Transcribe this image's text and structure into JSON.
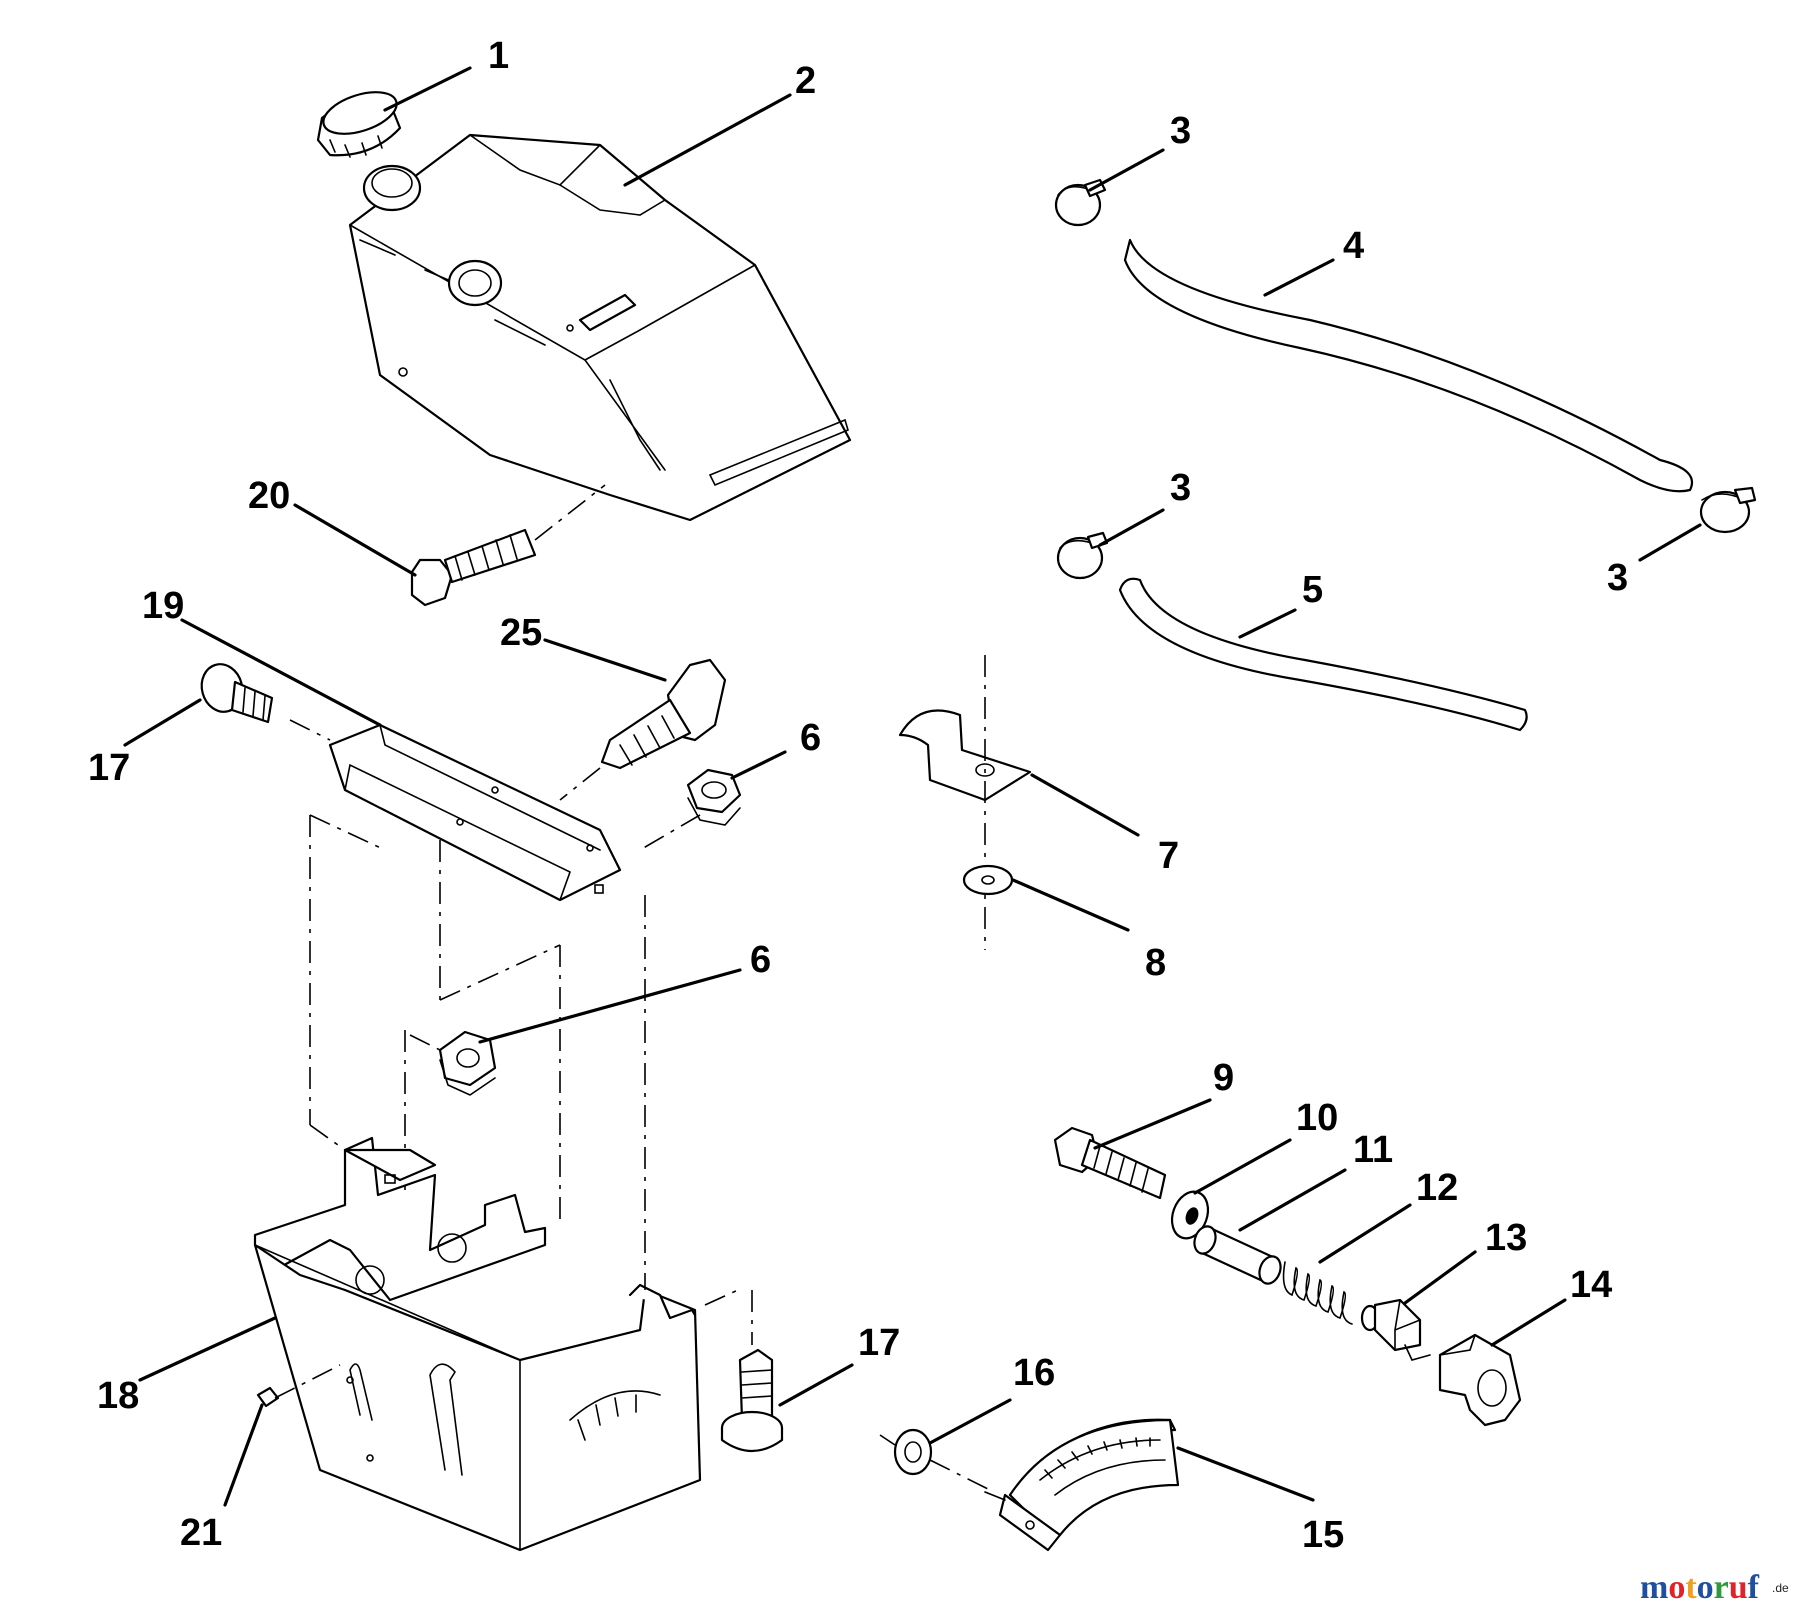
{
  "callouts": [
    {
      "id": "c1",
      "label": "1"
    },
    {
      "id": "c2",
      "label": "2"
    },
    {
      "id": "c3a",
      "label": "3"
    },
    {
      "id": "c3b",
      "label": "3"
    },
    {
      "id": "c3c",
      "label": "3"
    },
    {
      "id": "c4",
      "label": "4"
    },
    {
      "id": "c5",
      "label": "5"
    },
    {
      "id": "c6a",
      "label": "6"
    },
    {
      "id": "c6b",
      "label": "6"
    },
    {
      "id": "c7",
      "label": "7"
    },
    {
      "id": "c8",
      "label": "8"
    },
    {
      "id": "c9",
      "label": "9"
    },
    {
      "id": "c10",
      "label": "10"
    },
    {
      "id": "c11",
      "label": "11"
    },
    {
      "id": "c12",
      "label": "12"
    },
    {
      "id": "c13",
      "label": "13"
    },
    {
      "id": "c14",
      "label": "14"
    },
    {
      "id": "c15",
      "label": "15"
    },
    {
      "id": "c16",
      "label": "16"
    },
    {
      "id": "c17a",
      "label": "17"
    },
    {
      "id": "c17b",
      "label": "17"
    },
    {
      "id": "c18",
      "label": "18"
    },
    {
      "id": "c19",
      "label": "19"
    },
    {
      "id": "c20",
      "label": "20"
    },
    {
      "id": "c21",
      "label": "21"
    },
    {
      "id": "c25",
      "label": "25"
    }
  ],
  "watermark": {
    "letters": [
      "m",
      "o",
      "t",
      "o",
      "r",
      "u",
      "f"
    ],
    "letter_colors": [
      "#1f4fa0",
      "#e0222a",
      "#f0a020",
      "#1f4fa0",
      "#2e9a3a",
      "#e0222a",
      "#1f4fa0"
    ],
    "tld": ".de"
  }
}
